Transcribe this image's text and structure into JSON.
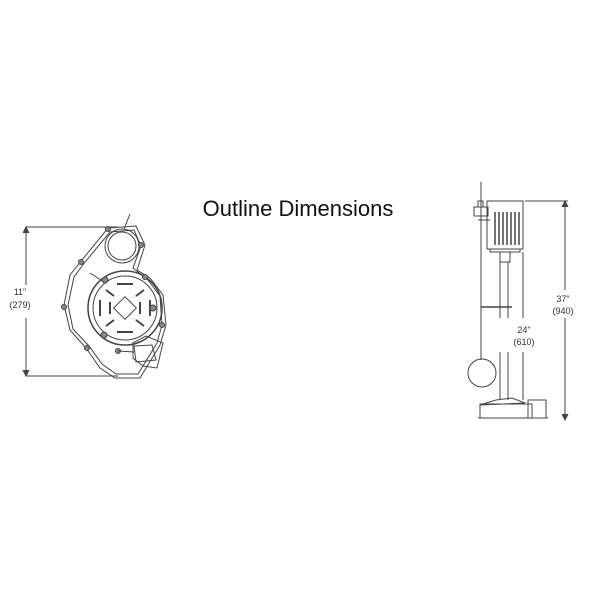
{
  "title": "Outline Dimensions",
  "front_view": {
    "height_in": "11\"",
    "height_mm": "(279)"
  },
  "side_view": {
    "overall_height_in": "37\"",
    "overall_height_mm": "(940)",
    "pipe_height_in": "24\"",
    "pipe_height_mm": "(610)"
  },
  "colors": {
    "line": "#444444",
    "text": "#111111"
  }
}
